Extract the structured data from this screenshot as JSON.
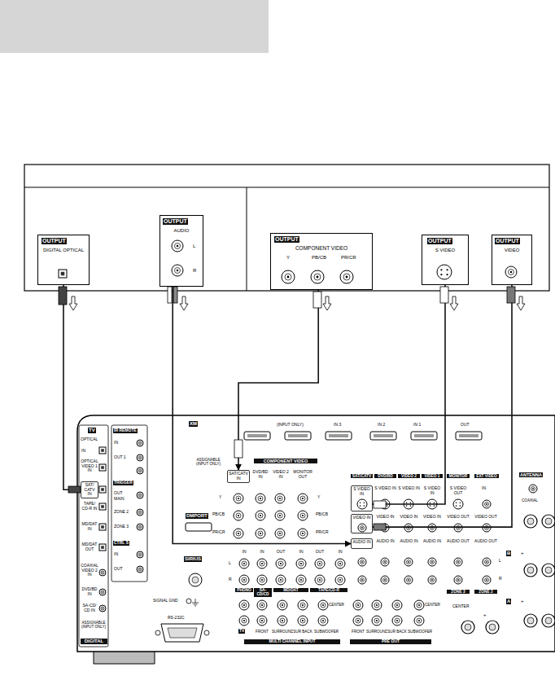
{
  "diagram": {
    "nodes": [
      {
        "text": [
          "OUTPUT",
          "DIGITAL OPTICAL"
        ]
      },
      {
        "text": [
          "OUTPUT",
          "AUDIO",
          "L",
          "R"
        ]
      },
      {
        "text": [
          "OUTPUT",
          "COMPONENT VIDEO",
          "Y",
          "PB/CB",
          "PR/CR"
        ]
      },
      {
        "text": [
          "OUTPUT",
          "S VIDEO"
        ]
      },
      {
        "text": [
          "OUTPUT",
          "VIDEO"
        ]
      },
      {
        "text": [
          "SAT/ CATV IN"
        ]
      },
      {
        "text": [
          "SAT/CATV IN"
        ]
      },
      {
        "text": [
          "S VIDEO IN"
        ]
      },
      {
        "text": [
          "VIDEO IN"
        ]
      },
      {
        "text": [
          "AUDIO IN"
        ]
      }
    ],
    "edges": [
      {
        "from": 0,
        "to": 5,
        "arrow": "to"
      },
      {
        "from": 1,
        "to": 9,
        "arrow": "to"
      },
      {
        "from": 2,
        "to": 6,
        "arrow": "to"
      },
      {
        "from": 3,
        "to": 7,
        "arrow": "to"
      },
      {
        "from": 4,
        "to": 8,
        "arrow": "to"
      }
    ],
    "labels": [
      "TV",
      "OPTICAL",
      "IN",
      "OPTICAL VIDEO 1 IN",
      "TAPE/ CD-R IN",
      "MD/DAT IN",
      "MD/DAT OUT",
      "COAXIAL VIDEO 2 IN",
      "DVD/BD IN",
      "SA-CD/ CD IN",
      "ASSIGNABLE (INPUT ONLY)",
      "DIGITAL",
      "IR REMOTE",
      "IN",
      "OUT 1",
      "TRIGGER",
      "OUT",
      "MAIN",
      "ZONE 2",
      "ZONE 3",
      "CTRL S",
      "IN",
      "OUT",
      "SIGNAL GND",
      "RS-232C",
      "XM",
      "DMPORT",
      "SIRIUS",
      "(INPUT ONLY)",
      "IN 3",
      "IN 2",
      "IN 1",
      "OUT",
      "ASSIGNABLE (INPUT ONLY)",
      "COMPONENT VIDEO",
      "DVD/BD IN",
      "VIDEO 2 IN",
      "MONITOR OUT",
      "Y",
      "PB/CB",
      "PR/CR",
      "Y",
      "PB/CB",
      "PR/CR",
      "IN",
      "IN",
      "OUT",
      "IN",
      "OUT",
      "IN",
      "L",
      "R",
      "PHONO",
      "SA-CD/CD",
      "MD/DAT",
      "TAPE/CD-R",
      "TV",
      "FRONT",
      "SURROUND",
      "SUR BACK",
      "SUBWOOFER",
      "CENTER",
      "MULTI CHANNEL INPUT",
      "FRONT",
      "SURROUND",
      "SUR BACK",
      "SUBWOOFER",
      "CENTER",
      "PRE OUT",
      "SAT/CATV",
      "DVD/BD",
      "VIDEO 2",
      "VIDEO 1",
      "MONITOR",
      "EXT VIDEO",
      "S VIDEO IN",
      "S VIDEO IN",
      "S VIDEO IN",
      "S VIDEO OUT",
      "IN",
      "VIDEO IN",
      "VIDEO IN",
      "VIDEO IN",
      "VIDEO OUT",
      "VIDEO OUT",
      "AUDIO IN",
      "AUDIO IN",
      "AUDIO IN",
      "AUDIO OUT",
      "AUDIO OUT",
      "L",
      "R",
      "ZONE 3",
      "ZONE 2",
      "ANTENNA",
      "COAXIAL",
      "B",
      "+",
      "A",
      "+",
      "CENTER",
      "+"
    ]
  }
}
